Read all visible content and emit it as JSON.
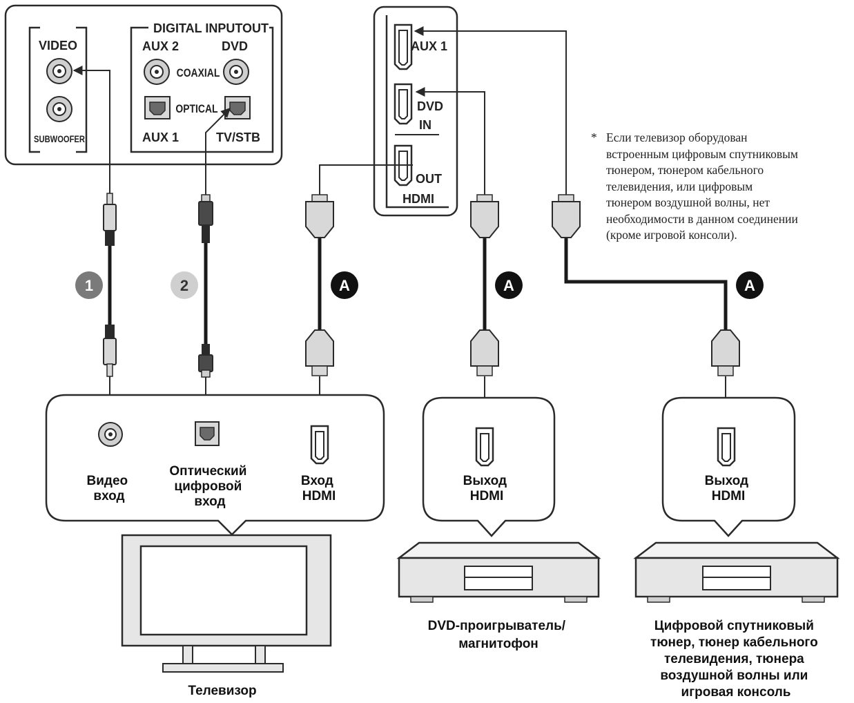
{
  "receiver_panel": {
    "video_group": {
      "title": "VIDEO",
      "subwoofer": "SUBWOOFER"
    },
    "digital_group": {
      "title": "DIGITAL INPUTOUT",
      "aux2": "AUX 2",
      "dvd": "DVD",
      "coaxial": "COAXIAL",
      "optical": "OPTICAL",
      "aux1": "AUX 1",
      "tvstb": "TV/STB"
    }
  },
  "hdmi_panel": {
    "aux1": "AUX 1",
    "dvd": "DVD",
    "in": "IN",
    "out": "OUT",
    "title": "HDMI"
  },
  "markers": {
    "one": "1",
    "two": "2",
    "a1": "A",
    "a2": "A",
    "a3": "A"
  },
  "tv_box": {
    "video_in": [
      "Видео",
      "вход"
    ],
    "optical_in": [
      "Оптический",
      "цифровой",
      "вход"
    ],
    "hdmi_in": [
      "Вход",
      "HDMI"
    ]
  },
  "dvd_box": {
    "hdmi_out": [
      "Выход",
      "HDMI"
    ]
  },
  "tuner_box": {
    "hdmi_out": [
      "Выход",
      "HDMI"
    ]
  },
  "captions": {
    "tv": "Телевизор",
    "dvd": [
      "DVD-проигрыватель/",
      "магнитофон"
    ],
    "tuner": [
      "Цифровой спутниковый",
      "тюнер, тюнер кабельного",
      "телевидения, тюнера",
      "воздушной волны или",
      "игровая консоль"
    ]
  },
  "note": {
    "star": "*",
    "lines": [
      "Если телевизор оборудован",
      "встроенным цифровым спутниковым",
      "тюнером, тюнером кабельного",
      "телевидения, или цифровым",
      "тюнером воздушной волны, нет",
      "необходимости в данном соединении",
      "(кроме игровой консоли)."
    ]
  },
  "colors": {
    "line": "#2a2a2a",
    "plug": "#d8d8d8",
    "device": "#e6e6e6",
    "marker_gray": "#7a7a7a",
    "marker_light": "#cfcfcf"
  }
}
